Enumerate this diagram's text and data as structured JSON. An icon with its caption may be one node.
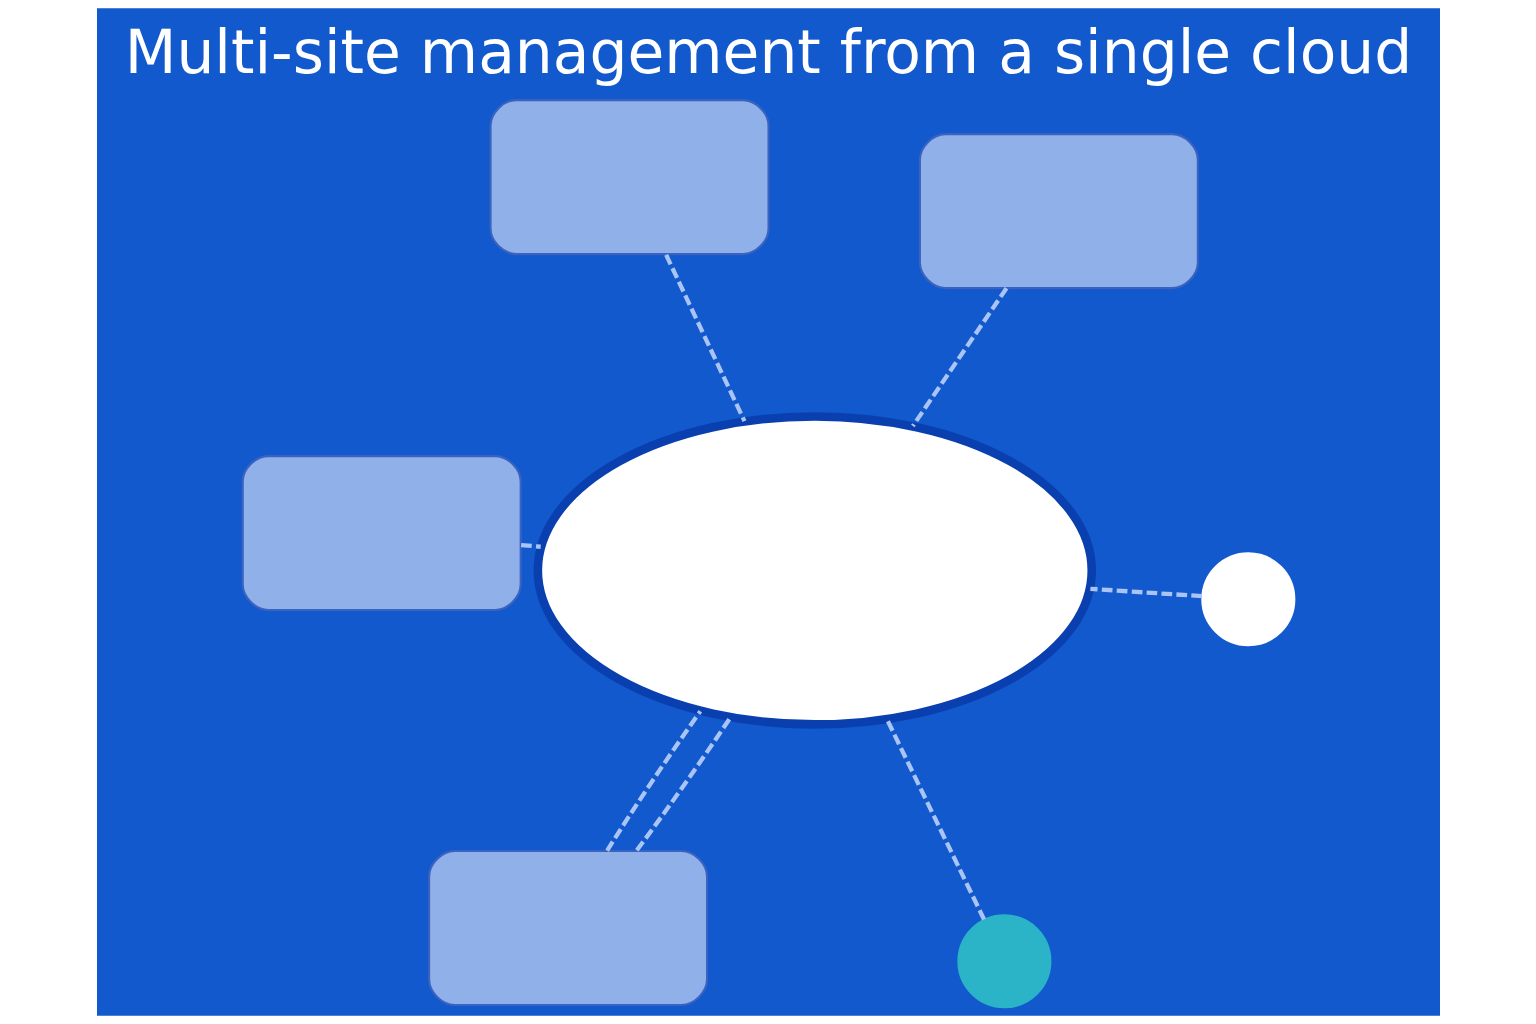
{
  "diagram": {
    "title": "Multi-site management from a single cloud",
    "nodes": [
      {
        "text": [],
        "shape": "box"
      },
      {
        "text": [],
        "shape": "circle"
      },
      {
        "text": [],
        "shape": "circle"
      },
      {
        "text": [],
        "shape": "box"
      },
      {
        "text": [],
        "shape": "cloud"
      },
      {
        "text": [],
        "shape": "box"
      },
      {
        "text": [],
        "shape": "box"
      }
    ],
    "edges": [
      {
        "from": 0,
        "to": 4,
        "arrow": "none",
        "style": "dashed"
      },
      {
        "from": 1,
        "to": 4,
        "arrow": "none",
        "style": "dashed"
      },
      {
        "from": 2,
        "to": 4,
        "arrow": "none",
        "style": "dashed"
      },
      {
        "from": 3,
        "to": 4,
        "arrow": "none",
        "style": "dashed"
      },
      {
        "from": 5,
        "to": 4,
        "arrow": "none",
        "style": "dashed"
      },
      {
        "from": 6,
        "to": 4,
        "arrow": "none",
        "style": "dashed"
      },
      {
        "from": 6,
        "to": 4,
        "arrow": "none",
        "style": "dashed"
      }
    ]
  }
}
